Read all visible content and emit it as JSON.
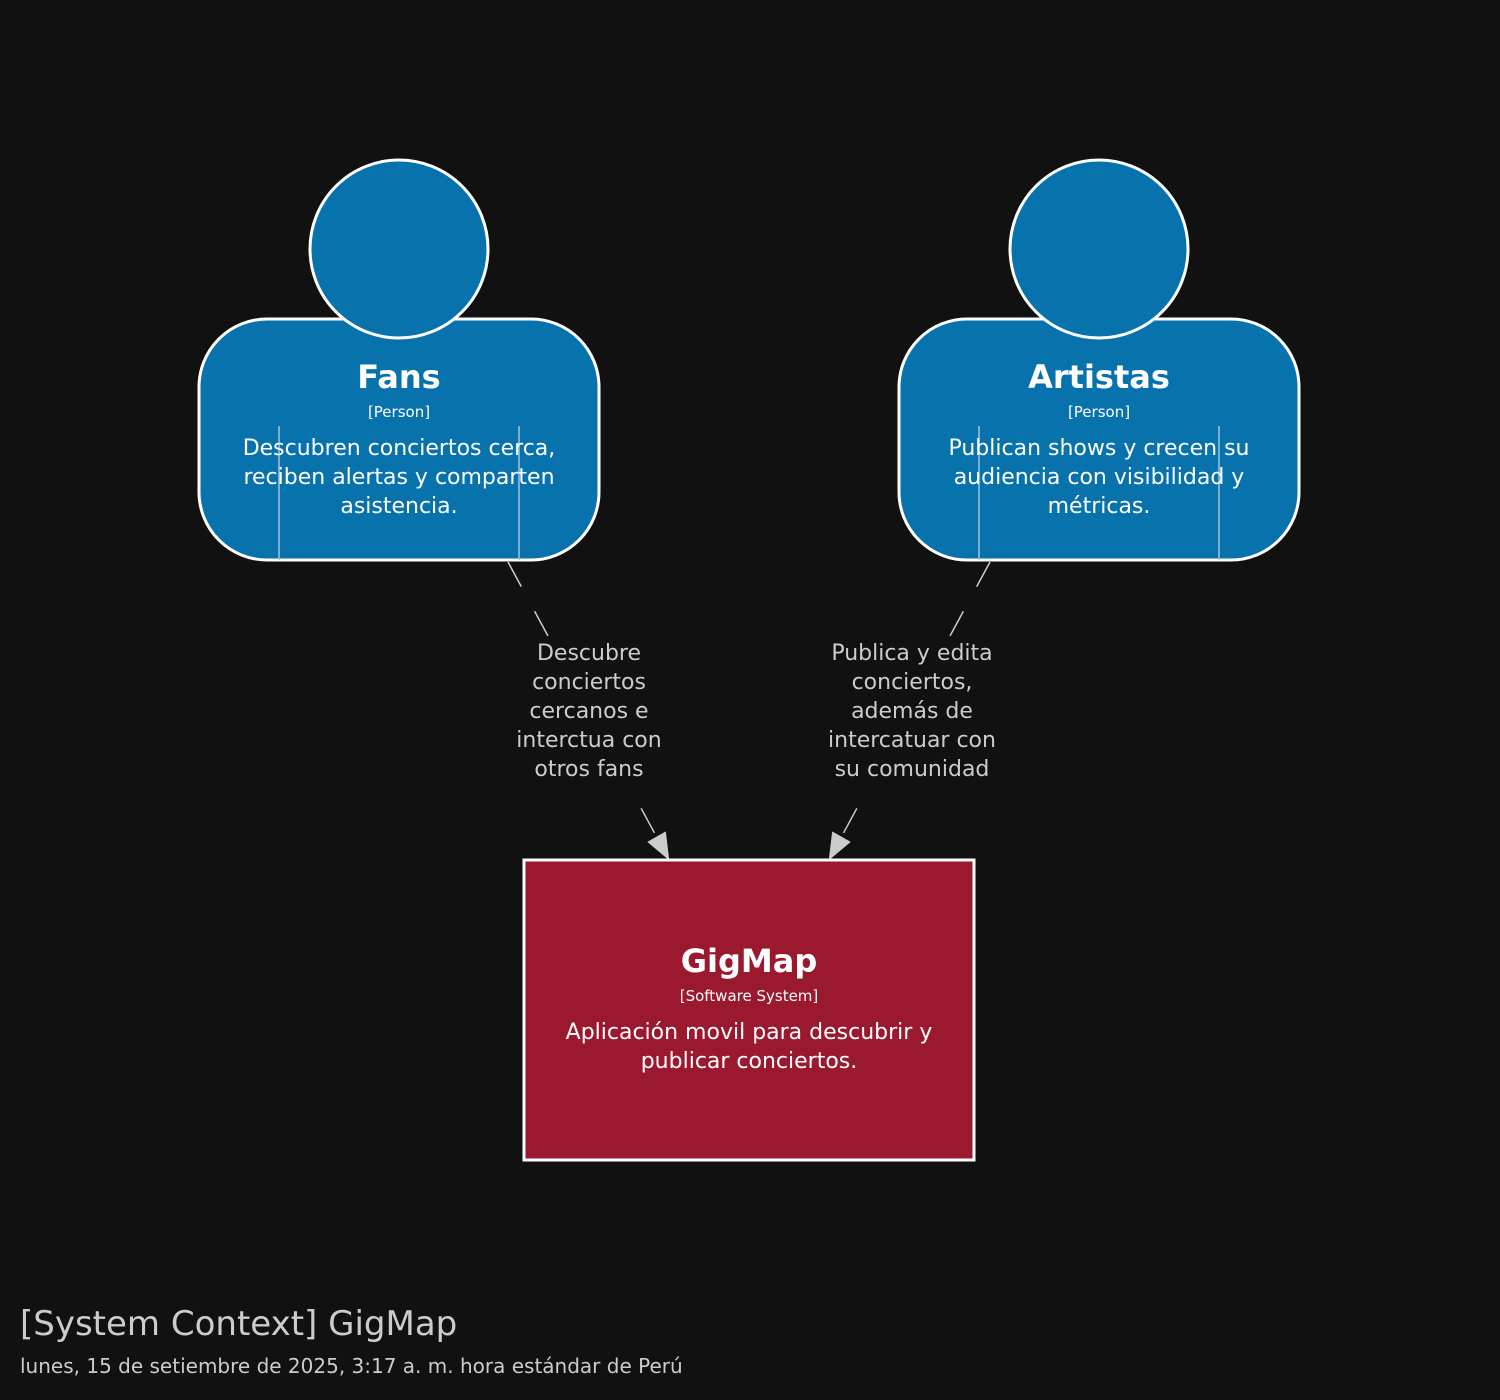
{
  "colors": {
    "background": "#111111",
    "person_fill": "#0872ad",
    "system_fill": "#9b192e",
    "stroke": "#ffffff",
    "edge": "#cccccc"
  },
  "nodes": {
    "fans": {
      "name": "Fans",
      "type": "[Person]",
      "description": "Descubren conciertos cerca, reciben alertas y comparten asistencia.",
      "shape": "person"
    },
    "artistas": {
      "name": "Artistas",
      "type": "[Person]",
      "description": "Publican shows y crecen su audiencia con visibilidad y métricas.",
      "shape": "person"
    },
    "gigmap": {
      "name": "GigMap",
      "type": "[Software System]",
      "description": "Aplicación movil para descubrir y publicar conciertos.",
      "shape": "box"
    }
  },
  "edges": [
    {
      "from": "fans",
      "to": "gigmap",
      "label": "Descubre conciertos cercanos e interctua con otros fans"
    },
    {
      "from": "artistas",
      "to": "gigmap",
      "label": "Publica y edita conciertos, además de intercatuar con su comunidad"
    }
  ],
  "footer": {
    "title": "[System Context] GigMap",
    "date": "lunes, 15 de setiembre de 2025, 3:17 a. m. hora estándar de Perú"
  }
}
